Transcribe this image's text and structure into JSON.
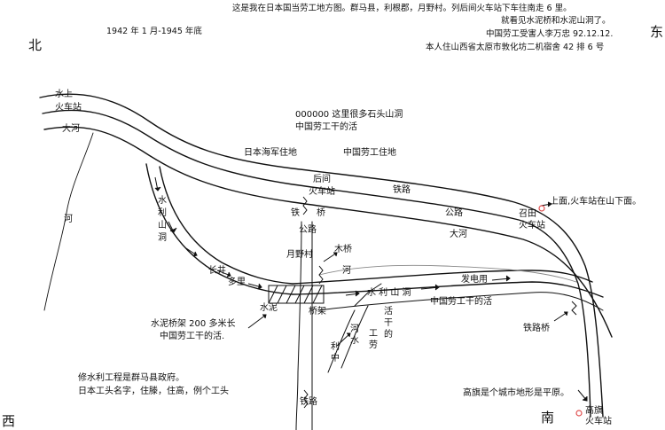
{
  "header": {
    "line1": "这是我在日本国当劳工地方图。群马县，利根郡，月野村。列后间火车站下车往南走 6 里。",
    "line2": "就看见水泥桥和水泥山洞了。",
    "line3": "中国劳工受害人李万忠 92.12.12.",
    "line4": "本人住山西省太原市敦化坊二机宿舍 42 排 6 号",
    "period": "1942 年 1 月-1945 年底"
  },
  "directions": {
    "north": "北",
    "east": "东",
    "west": "西",
    "south": "南"
  },
  "labels": {
    "shuishang_station": "水上\n火车站",
    "da_he_top": "大河",
    "he_left": "河",
    "stones_note": "000000 这里很多石头山洞",
    "stones_note2": "中国劳工干的活",
    "navy_camp": "日本海军住地",
    "labor_camp": "中国劳工住地",
    "hou_jian_station": "后间\n火车站",
    "tielu_top": "铁路",
    "tie": "铁",
    "qiao": "桥",
    "gonglu_road": "公路",
    "gonglu_right": "公路",
    "zhaotian_station": "召田\n火车站",
    "shanghua_note": "上面,火车站在山下面。",
    "da_he_right": "大河",
    "yueye_village": "月野村",
    "mu_qiao": "木桥",
    "he_mid": "河",
    "changjing": "长井",
    "duo_li": "多里",
    "shui_li_shan_dong_vertical": "水利山洞",
    "shui_li_shan_dong_horiz": "水 利 山 洞",
    "power_plant": "发电用",
    "labor_work_right": "中国劳工干的活",
    "shuini": "水泥",
    "qiaojia": "桥架",
    "bridge_note": "水泥桥架 200 多米长",
    "bridge_note2": "中国劳工干的活.",
    "tielu_bridge": "铁路桥",
    "huo_gan_de": "活干的",
    "gong_lao": "工劳",
    "shui_li_zhong": "利中",
    "he_shui": "河水",
    "irrigation_note": "修水利工程是群马县政府。",
    "irrigation_note2": "日本工头名字，住滕，住高，例个工头",
    "gaoqi_note": "高旗是个城市地形是平原。",
    "gaoqi_station": "高旗\n火车站",
    "tielu_bottom": "铁路"
  },
  "colors": {
    "ink": "#111111",
    "station_marker": "#e05050"
  }
}
